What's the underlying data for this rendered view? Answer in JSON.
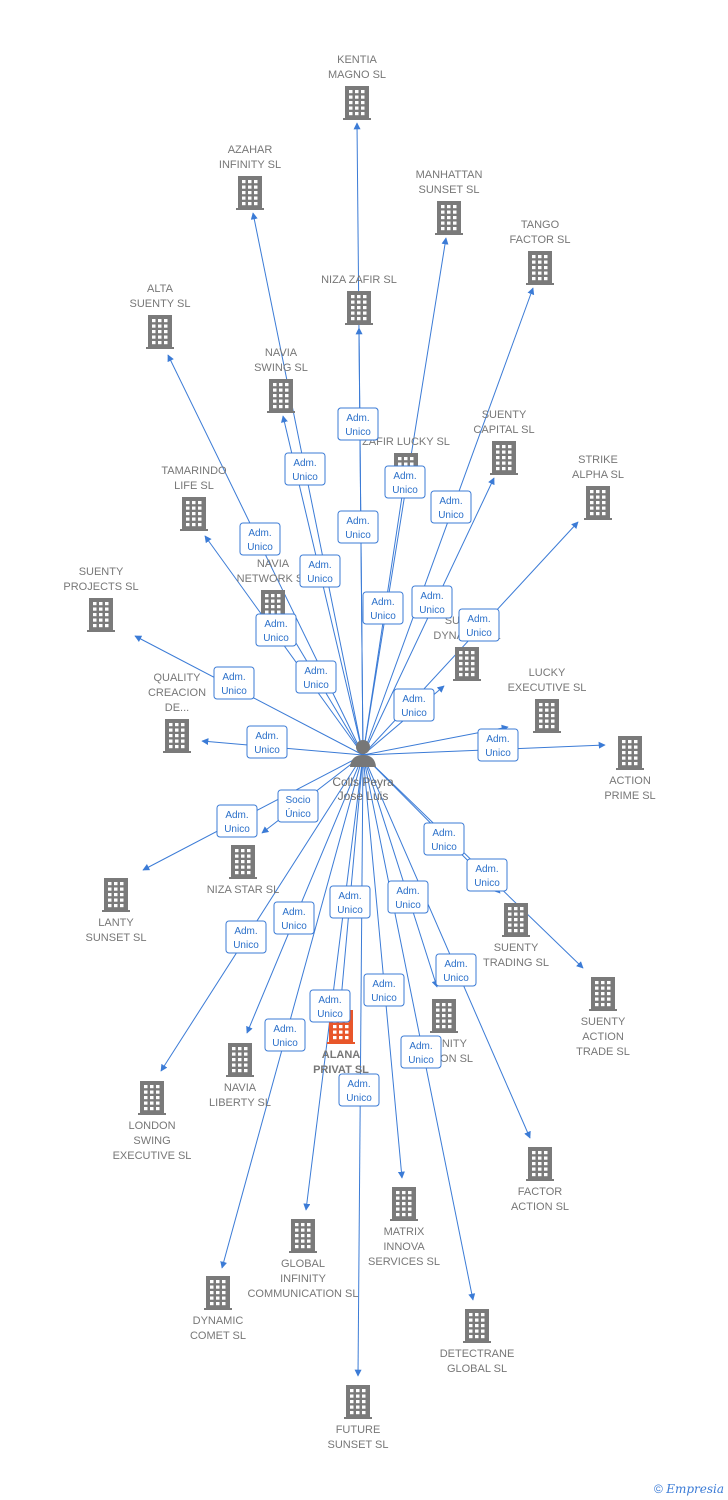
{
  "diagram": {
    "center": {
      "label": [
        "Colls Peyra",
        "Jose Luis"
      ]
    },
    "nodes": [
      {
        "id": "kentia",
        "label": [
          "KENTIA",
          "MAGNO SL"
        ]
      },
      {
        "id": "azahar",
        "label": [
          "AZAHAR",
          "INFINITY SL"
        ]
      },
      {
        "id": "manhattan",
        "label": [
          "MANHATTAN",
          "SUNSET SL"
        ]
      },
      {
        "id": "tango",
        "label": [
          "TANGO",
          "FACTOR SL"
        ]
      },
      {
        "id": "niza-zafir",
        "label": [
          "NIZA ZAFIR SL"
        ]
      },
      {
        "id": "alta",
        "label": [
          "ALTA",
          "SUENTY SL"
        ]
      },
      {
        "id": "navia-swing",
        "label": [
          "NAVIA",
          "SWING SL"
        ]
      },
      {
        "id": "zafir-lucky",
        "label": [
          "ZAFIR LUCKY SL"
        ]
      },
      {
        "id": "suenty-capital",
        "label": [
          "SUENTY",
          "CAPITAL SL"
        ]
      },
      {
        "id": "strike",
        "label": [
          "STRIKE",
          "ALPHA SL"
        ]
      },
      {
        "id": "tamarindo",
        "label": [
          "TAMARINDO",
          "LIFE SL"
        ]
      },
      {
        "id": "navia-network",
        "label": [
          "NAVIA",
          "NETWORK SL"
        ]
      },
      {
        "id": "suenty-projects",
        "label": [
          "SUENTY",
          "PROJECTS SL"
        ]
      },
      {
        "id": "suenty-dynamic",
        "label": [
          "SUENTY",
          "DYNAMIC SL"
        ]
      },
      {
        "id": "lucky-exec",
        "label": [
          "LUCKY",
          "EXECUTIVE SL"
        ]
      },
      {
        "id": "quality",
        "label": [
          "QUALITY",
          "CREACION",
          "DE..."
        ]
      },
      {
        "id": "action-prime",
        "label": [
          "ACTION",
          "PRIME SL"
        ]
      },
      {
        "id": "niza-star",
        "label": [
          "NIZA STAR SL"
        ]
      },
      {
        "id": "lanty",
        "label": [
          "LANTY",
          "SUNSET SL"
        ]
      },
      {
        "id": "suenty-trading",
        "label": [
          "SUENTY",
          "TRADING SL"
        ]
      },
      {
        "id": "suenty-action",
        "label": [
          "SUENTY",
          "ACTION",
          "TRADE SL"
        ]
      },
      {
        "id": "infinity-action",
        "label": [
          "INFINITY",
          "ACTION SL"
        ]
      },
      {
        "id": "alana",
        "label": [
          "ALANA",
          "PRIVAT SL"
        ]
      },
      {
        "id": "navia-liberty",
        "label": [
          "NAVIA",
          "LIBERTY SL"
        ]
      },
      {
        "id": "london",
        "label": [
          "LONDON",
          "SWING",
          "EXECUTIVE SL"
        ]
      },
      {
        "id": "factor-action",
        "label": [
          "FACTOR",
          "ACTION SL"
        ]
      },
      {
        "id": "matrix",
        "label": [
          "MATRIX",
          "INNOVA",
          "SERVICES SL"
        ]
      },
      {
        "id": "global-infinity",
        "label": [
          "GLOBAL",
          "INFINITY",
          "COMMUNICATION SL"
        ]
      },
      {
        "id": "dynamic-comet",
        "label": [
          "DYNAMIC",
          "COMET SL"
        ]
      },
      {
        "id": "detectrane",
        "label": [
          "DETECTRANE",
          "GLOBAL  SL"
        ]
      },
      {
        "id": "future",
        "label": [
          "FUTURE",
          "SUNSET SL"
        ]
      }
    ],
    "edges": [
      {
        "to": "kentia",
        "label": [
          "Adm.",
          "Unico"
        ]
      },
      {
        "to": "azahar",
        "label": [
          "Adm.",
          "Unico"
        ]
      },
      {
        "to": "manhattan",
        "label": [
          "Adm.",
          "Unico"
        ]
      },
      {
        "to": "tango",
        "label": [
          "Adm.",
          "Unico"
        ]
      },
      {
        "to": "niza-zafir",
        "label": [
          "Adm.",
          "Unico"
        ]
      },
      {
        "to": "alta",
        "label": [
          "Adm.",
          "Unico"
        ]
      },
      {
        "to": "navia-swing",
        "label": [
          "Adm.",
          "Unico"
        ]
      },
      {
        "to": "zafir-lucky",
        "label": [
          "Adm.",
          "Unico"
        ]
      },
      {
        "to": "suenty-capital",
        "label": [
          "Adm.",
          "Unico"
        ]
      },
      {
        "to": "strike",
        "label": [
          "Adm.",
          "Unico"
        ]
      },
      {
        "to": "tamarindo",
        "label": [
          "Adm.",
          "Unico"
        ]
      },
      {
        "to": "navia-network",
        "label": [
          "Adm.",
          "Unico"
        ]
      },
      {
        "to": "suenty-projects",
        "label": [
          "Adm.",
          "Unico"
        ]
      },
      {
        "to": "suenty-dynamic",
        "label": [
          "Adm.",
          "Unico"
        ]
      },
      {
        "to": "lucky-exec",
        "label": [
          "Adm.",
          "Unico"
        ]
      },
      {
        "to": "quality",
        "label": [
          "Adm.",
          "Unico"
        ]
      },
      {
        "to": "action-prime",
        "label": [
          "Adm.",
          "Unico"
        ]
      },
      {
        "to": "niza-star",
        "label": [
          "Socio",
          "Único"
        ]
      },
      {
        "to": "lanty",
        "label": [
          "Adm.",
          "Unico"
        ]
      },
      {
        "to": "suenty-trading",
        "label": [
          "Adm.",
          "Unico"
        ]
      },
      {
        "to": "suenty-action",
        "label": [
          "Adm.",
          "Unico"
        ]
      },
      {
        "to": "infinity-action",
        "label": [
          "Adm.",
          "Unico"
        ]
      },
      {
        "to": "alana",
        "label": [
          "Adm.",
          "Unico"
        ]
      },
      {
        "to": "navia-liberty",
        "label": [
          "Adm.",
          "Unico"
        ]
      },
      {
        "to": "london",
        "label": [
          "Adm.",
          "Unico"
        ]
      },
      {
        "to": "factor-action",
        "label": [
          "Adm.",
          "Unico"
        ]
      },
      {
        "to": "matrix",
        "label": [
          "Adm.",
          "Unico"
        ]
      },
      {
        "to": "global-infinity",
        "label": [
          "Adm.",
          "Unico"
        ]
      },
      {
        "to": "dynamic-comet",
        "label": [
          "Adm.",
          "Unico"
        ]
      },
      {
        "to": "detectrane",
        "label": [
          "Adm.",
          "Unico"
        ]
      },
      {
        "to": "future",
        "label": [
          "Adm.",
          "Unico"
        ]
      }
    ]
  },
  "colors": {
    "edge": "#3b7bd6",
    "building": "#7a7a7a",
    "highlight": "#e8562a",
    "person": "#777777",
    "label_text": "#2a6fc9"
  },
  "footer": {
    "copyright": "©",
    "brand": "Empresia"
  }
}
